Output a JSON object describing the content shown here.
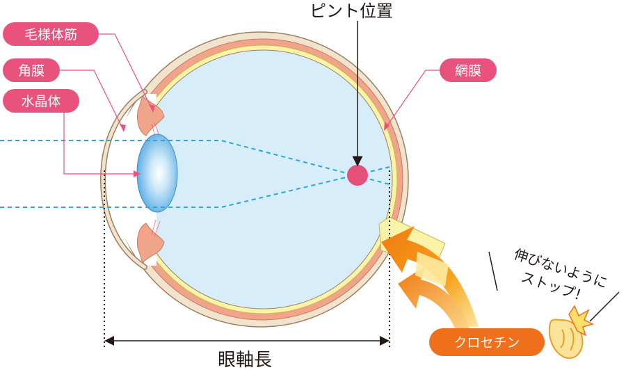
{
  "labels": {
    "ciliary_muscle": "毛様体筋",
    "cornea": "角膜",
    "lens": "水晶体",
    "focus_position": "ピント位置",
    "retina": "網膜",
    "axial_length": "眼軸長",
    "crocetin": "クロセチン",
    "stop_line1": "伸びないように",
    "stop_line2": "ストップ！"
  },
  "colors": {
    "pill_pink": "#e8527c",
    "vitreous": "#d7eefa",
    "sclera": "#f2e3cf",
    "choroid": "#f0a58a",
    "retina_yellow": "#fbf3a8",
    "ray_blue": "#2aa4dc",
    "focus_dot": "#e5507a",
    "crocetin_orange": "#ef6f1a",
    "lens_blue": "#6ab7e6"
  }
}
